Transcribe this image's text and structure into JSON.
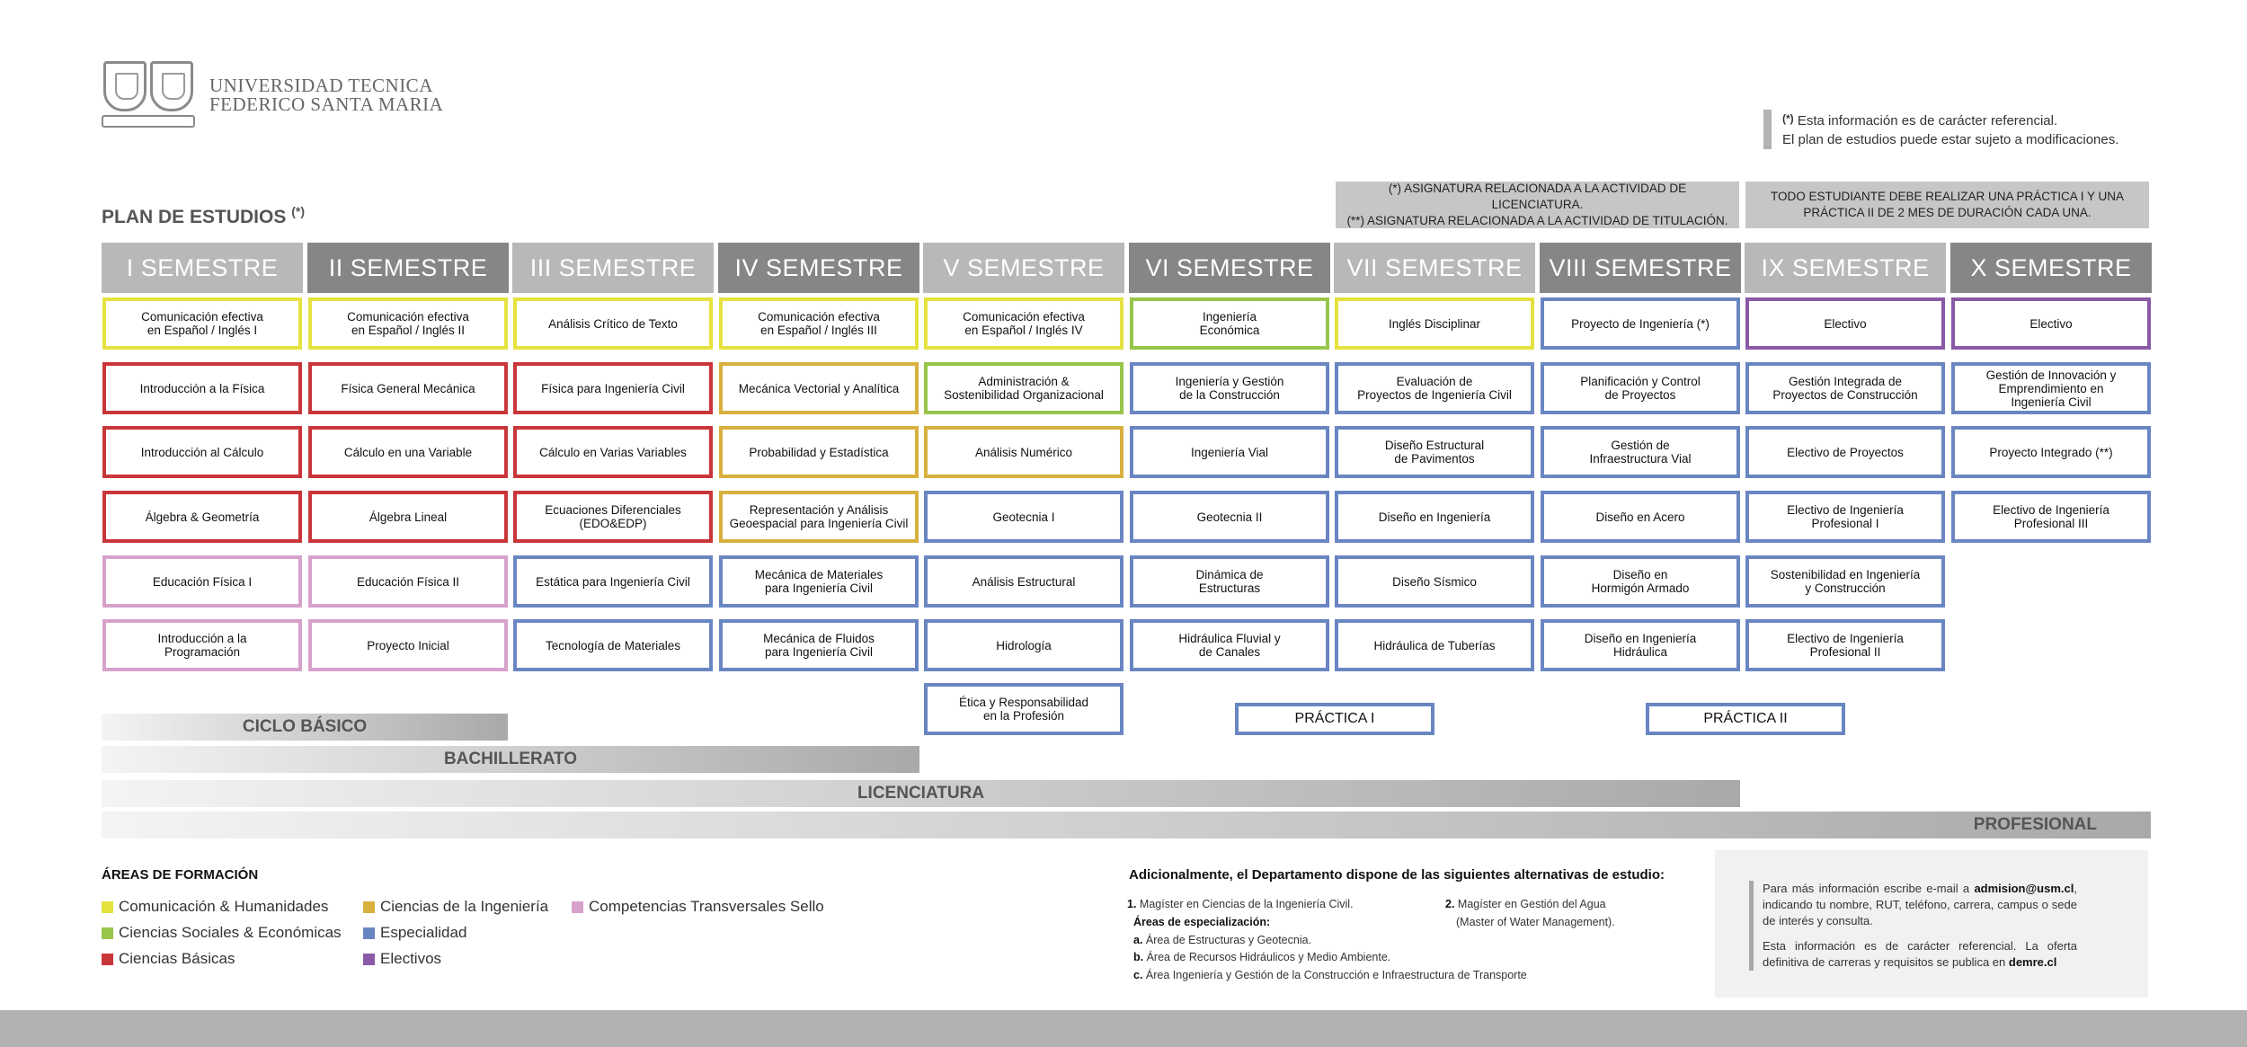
{
  "header": {
    "university_line1": "UNIVERSIDAD TECNICA",
    "university_line2": "FEDERICO SANTA MARIA",
    "ref_mark": "(*)",
    "ref_line1": "Esta información es de carácter referencial.",
    "ref_line2": "El plan de estudios puede estar sujeto a modificaciones.",
    "plan_title": "PLAN DE ESTUDIOS",
    "plan_title_mark": "(*)",
    "notice_a": "(*) ASIGNATURA RELACIONADA A LA ACTIVIDAD DE LICENCIATURA.\n(**) ASIGNATURA RELACIONADA A LA ACTIVIDAD DE TITULACIÓN.",
    "notice_b": "TODO ESTUDIANTE DEBE REALIZAR UNA PRÁCTICA I Y UNA PRÁCTICA II DE 2 MES DE DURACIÓN CADA UNA."
  },
  "colors": {
    "comunicacion": "#e5e23f",
    "sociales": "#98c54a",
    "basicas": "#c9363a",
    "ingenieria": "#d7b03e",
    "especialidad": "#6a86c2",
    "sello": "#d7a1cb",
    "electivos": "#8a5aa6",
    "header_light": "#b8b8b8",
    "header_dark": "#868686"
  },
  "semesters": [
    {
      "label": "I SEMESTRE",
      "courses": [
        {
          "name": "Comunicación efectiva\nen Español / Inglés I",
          "area": "com"
        },
        {
          "name": "Introducción a la Física",
          "area": "cb"
        },
        {
          "name": "Introducción al Cálculo",
          "area": "cb"
        },
        {
          "name": "Álgebra & Geometría",
          "area": "cb"
        },
        {
          "name": "Educación Física I",
          "area": "sel"
        },
        {
          "name": "Introducción a la\nProgramación",
          "area": "sel"
        }
      ]
    },
    {
      "label": "II SEMESTRE",
      "courses": [
        {
          "name": "Comunicación efectiva\nen Español / Inglés II",
          "area": "com"
        },
        {
          "name": "Física General Mecánica",
          "area": "cb"
        },
        {
          "name": "Cálculo en una Variable",
          "area": "cb"
        },
        {
          "name": "Álgebra Lineal",
          "area": "cb"
        },
        {
          "name": "Educación Física II",
          "area": "sel"
        },
        {
          "name": "Proyecto Inicial",
          "area": "sel"
        }
      ]
    },
    {
      "label": "III SEMESTRE",
      "courses": [
        {
          "name": "Análisis Crítico de Texto",
          "area": "com"
        },
        {
          "name": "Física para Ingeniería Civil",
          "area": "cb"
        },
        {
          "name": "Cálculo en Varias Variables",
          "area": "cb"
        },
        {
          "name": "Ecuaciones Diferenciales\n(EDO&EDP)",
          "area": "cb"
        },
        {
          "name": "Estática para Ingeniería Civil",
          "area": "esp"
        },
        {
          "name": "Tecnología de Materiales",
          "area": "esp"
        }
      ]
    },
    {
      "label": "IV SEMESTRE",
      "courses": [
        {
          "name": "Comunicación efectiva\nen Español / Inglés III",
          "area": "com"
        },
        {
          "name": "Mecánica Vectorial y Analítica",
          "area": "ci"
        },
        {
          "name": "Probabilidad y Estadística",
          "area": "ci"
        },
        {
          "name": "Representación y Análisis\nGeoespacial para Ingeniería Civil",
          "area": "ci"
        },
        {
          "name": "Mecánica de Materiales\npara Ingeniería Civil",
          "area": "esp"
        },
        {
          "name": "Mecánica de Fluidos\npara Ingeniería Civil",
          "area": "esp"
        }
      ]
    },
    {
      "label": "V SEMESTRE",
      "courses": [
        {
          "name": "Comunicación efectiva\nen Español / Inglés IV",
          "area": "com"
        },
        {
          "name": "Administración &\nSostenibilidad Organizacional",
          "area": "soc"
        },
        {
          "name": "Análisis Numérico",
          "area": "ci"
        },
        {
          "name": "Geotecnia I",
          "area": "esp"
        },
        {
          "name": "Análisis Estructural",
          "area": "esp"
        },
        {
          "name": "Hidrología",
          "area": "esp"
        },
        {
          "name": "Ética y Responsabilidad\nen la Profesión",
          "area": "esp"
        }
      ]
    },
    {
      "label": "VI SEMESTRE",
      "courses": [
        {
          "name": "Ingeniería\nEconómica",
          "area": "soc"
        },
        {
          "name": "Ingeniería y Gestión\nde la Construcción",
          "area": "esp"
        },
        {
          "name": "Ingeniería Vial",
          "area": "esp"
        },
        {
          "name": "Geotecnia II",
          "area": "esp"
        },
        {
          "name": "Dinámica de\nEstructuras",
          "area": "esp"
        },
        {
          "name": "Hidráulica Fluvial y\nde Canales",
          "area": "esp"
        }
      ]
    },
    {
      "label": "VII SEMESTRE",
      "courses": [
        {
          "name": "Inglés Disciplinar",
          "area": "com"
        },
        {
          "name": "Evaluación de\nProyectos de Ingeniería Civil",
          "area": "esp"
        },
        {
          "name": "Diseño Estructural\nde Pavimentos",
          "area": "esp"
        },
        {
          "name": "Diseño en Ingeniería",
          "area": "esp"
        },
        {
          "name": "Diseño Sísmico",
          "area": "esp"
        },
        {
          "name": "Hidráulica de Tuberías",
          "area": "esp"
        }
      ]
    },
    {
      "label": "VIII SEMESTRE",
      "courses": [
        {
          "name": "Proyecto de Ingeniería (*)",
          "area": "esp"
        },
        {
          "name": "Planificación y Control\nde Proyectos",
          "area": "esp"
        },
        {
          "name": "Gestión de\nInfraestructura Vial",
          "area": "esp"
        },
        {
          "name": "Diseño en Acero",
          "area": "esp"
        },
        {
          "name": "Diseño en\nHormigón Armado",
          "area": "esp"
        },
        {
          "name": "Diseño en Ingeniería\nHidráulica",
          "area": "esp"
        }
      ]
    },
    {
      "label": "IX SEMESTRE",
      "courses": [
        {
          "name": "Electivo",
          "area": "ele"
        },
        {
          "name": "Gestión Integrada de\nProyectos de Construcción",
          "area": "esp"
        },
        {
          "name": "Electivo de Proyectos",
          "area": "esp"
        },
        {
          "name": "Electivo de Ingeniería\nProfesional I",
          "area": "esp"
        },
        {
          "name": "Sostenibilidad en Ingeniería\ny Construcción",
          "area": "esp"
        },
        {
          "name": "Electivo de Ingeniería\nProfesional II",
          "area": "esp"
        }
      ]
    },
    {
      "label": "X SEMESTRE",
      "courses": [
        {
          "name": "Electivo",
          "area": "ele"
        },
        {
          "name": "Gestión de Innovación y\nEmprendimiento en\nIngeniería Civil",
          "area": "esp"
        },
        {
          "name": "Proyecto Integrado (**)",
          "area": "esp"
        },
        {
          "name": "Electivo de Ingeniería\nProfesional III",
          "area": "esp"
        }
      ]
    }
  ],
  "practicas": {
    "p1": "PRÁCTICA I",
    "p2": "PRÁCTICA II"
  },
  "cycles": {
    "basico": "CICLO BÁSICO",
    "bachillerato": "BACHILLERATO",
    "licenciatura": "LICENCIATURA",
    "profesional": "PROFESIONAL"
  },
  "legend": {
    "title": "ÁREAS DE FORMACIÓN",
    "items": [
      "Comunicación & Humanidades",
      "Ciencias Sociales & Económicas",
      "Ciencias Básicas",
      "Ciencias de la Ingeniería",
      "Especialidad",
      "Electivos",
      "Competencias Transversales Sello"
    ]
  },
  "additional": {
    "title": "Adicionalmente, el Departamento dispone de las siguientes alternativas de estudio:",
    "n1": "1.",
    "item1": "Magíster en Ciencias de la Ingeniería Civil.",
    "areas_label": "Áreas de especialización:",
    "la": "a.",
    "area_a": "Área de Estructuras y Geotecnia.",
    "lb": "b.",
    "area_b": "Área de Recursos Hidráulicos y Medio Ambiente.",
    "lc": "c.",
    "area_c": "Área Ingeniería y Gestión de la Construcción e Infraestructura de Transporte",
    "n2": "2.",
    "item2": "Magíster en Gestión del Agua",
    "item2b": "(Master of Water Management)."
  },
  "info": {
    "p1_a": "Para más información escribe e-mail a ",
    "email": "admision@usm.cl",
    "p1_b": ", indicando tu nombre, RUT, teléfono, carrera, campus o sede de interés y consulta.",
    "p2_a": "Esta información es de carácter referencial. La oferta definitiva de carreras y requisitos se publica en ",
    "site": "demre.cl"
  }
}
